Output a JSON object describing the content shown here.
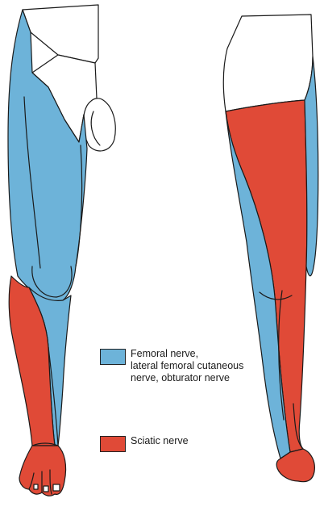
{
  "colors": {
    "femoral_blue": "#6db3d9",
    "sciatic_red": "#e04a37",
    "outline": "#1a1a1a",
    "skin_white": "#ffffff"
  },
  "legend": {
    "femoral": {
      "line1": "Femoral nerve,",
      "line2": "lateral femoral cutaneous",
      "line3": "nerve, obturator nerve"
    },
    "sciatic": {
      "line1": "Sciatic nerve"
    }
  }
}
